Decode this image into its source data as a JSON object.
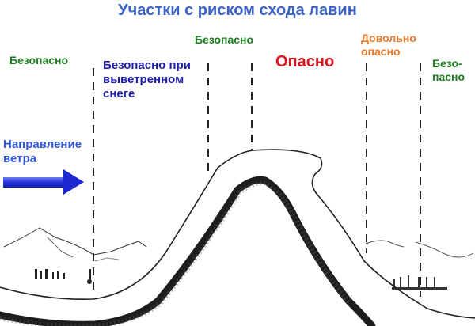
{
  "title": "Участки с риском схода лавин",
  "zones": [
    {
      "id": "safe-left",
      "label": "Безопасно",
      "color": "#1e7d1e"
    },
    {
      "id": "safe-windblown",
      "label_lines": [
        "Безопасно при",
        "выветренном",
        "снеге"
      ],
      "color": "#1c1cb0"
    },
    {
      "id": "safe-top",
      "label": "Безопасно",
      "color": "#1e7d1e"
    },
    {
      "id": "dangerous",
      "label": "Опасно",
      "color": "#d8141c"
    },
    {
      "id": "fairly-dangerous",
      "label_lines": [
        "Довольно",
        "опасно"
      ],
      "color": "#e8782a"
    },
    {
      "id": "safe-right",
      "label_lines": [
        "Безо-",
        "пасно"
      ],
      "color": "#1e7d1e"
    }
  ],
  "wind": {
    "label_lines": [
      "Направление",
      "ветра"
    ],
    "color": "#3058e0"
  }
}
